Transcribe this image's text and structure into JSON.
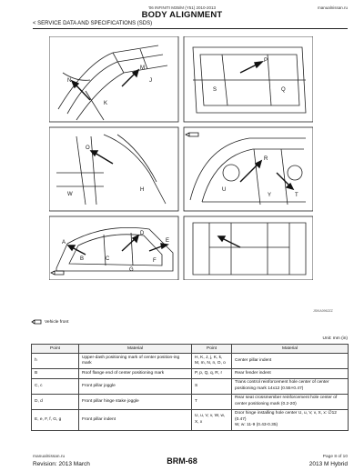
{
  "header": {
    "model": "'06 INFINITI M35/M (Y51) 2010-2013",
    "site": "manualnissan.ru",
    "title": "BODY ALIGNMENT",
    "section": "< SERVICE DATA AND SPECIFICATIONS (SDS)"
  },
  "figure": {
    "code": "JSKIA0962ZZ",
    "callouts": {
      "p1": [
        "N",
        "M",
        "J",
        "K"
      ],
      "p2": [
        "P",
        "Q",
        "S"
      ],
      "p3": [
        "O",
        "H",
        "W"
      ],
      "p4": [
        "R",
        "T",
        "U",
        "Y"
      ],
      "p5": [
        "A",
        "B",
        "C",
        "D",
        "E",
        "F",
        "G"
      ]
    }
  },
  "legend": {
    "label": "Vehicle front"
  },
  "unit": "Unit: mm (in)",
  "table": {
    "headers": [
      "Point",
      "Material",
      "Point",
      "Material"
    ],
    "rows": [
      [
        "h",
        "Upper-dash positioning mark of center position-ing mark",
        "H, K, J, j, K, k, M, m, N, n, O, o",
        "Center pillar indent"
      ],
      [
        "B",
        "Roof flange end of center positioning mark",
        "P, p, Q, q, R, r",
        "Rear fender indent"
      ],
      [
        "C, c",
        "Front pillar joggle",
        "S",
        "Trans control reinforcement hole center of center positioning mark 14x12 (0.55×0.47)"
      ],
      [
        "D, d",
        "Front pillar hinge stake joggle",
        "T",
        "Rear seat crossmember reinforcement hole center of center positioning mark (0.2-20)"
      ],
      [
        "E, e, F, f, G, g",
        "Front pillar indent",
        "U, u, V, v, W, w, X, x",
        "Door hinge installing hole center U, u, V, v, X, x: ∅12 (0.47)\nW, w: 11-9 (0.43-0.35)"
      ]
    ]
  },
  "footer": {
    "site": "manualnissan.ru",
    "revision": "Revision: 2013 March",
    "page": "BRM-68",
    "page_of": "Page 8 of 10",
    "model": "2013 M Hybrid"
  }
}
